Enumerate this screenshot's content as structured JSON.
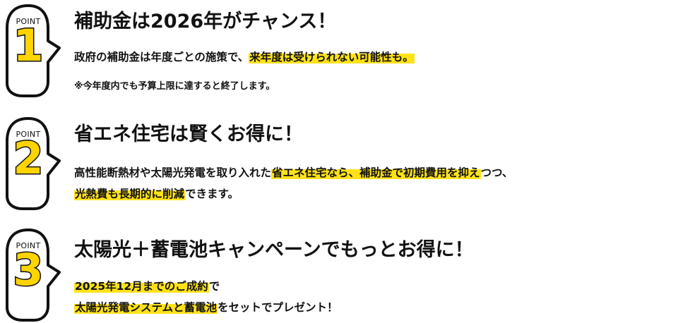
{
  "points": [
    {
      "badge_label": "POINT",
      "badge_number": "1",
      "title": "補助金は2026年がチャンス！",
      "line1_a": "政府の補助金は年度ごとの施策で、",
      "line1_hl": "来年度は受けられない可能性も。",
      "note": "※今年度内でも予算上限に達すると終了します。"
    },
    {
      "badge_label": "POINT",
      "badge_number": "2",
      "title": "省エネ住宅は賢くお得に！",
      "line1_a": "高性能断熱材や太陽光発電を取り入れた",
      "line1_hl": "省エネ住宅なら、補助金で初期費用を抑え",
      "line1_b": "つつ、",
      "line2_hl": "光熱費も長期的に削減",
      "line2_b": "できます。"
    },
    {
      "badge_label": "POINT",
      "badge_number": "3",
      "title": "太陽光＋蓄電池キャンペーンでもっとお得に！",
      "line1_hl": "2025年12月までのご成約",
      "line1_b": "で",
      "line2_hl": "太陽光発電システムと蓄電池",
      "line2_b": "をセットでプレゼント！"
    }
  ],
  "colors": {
    "accent_yellow": "#FFD400",
    "highlight_yellow": "#FFE21A",
    "text": "#111111"
  }
}
